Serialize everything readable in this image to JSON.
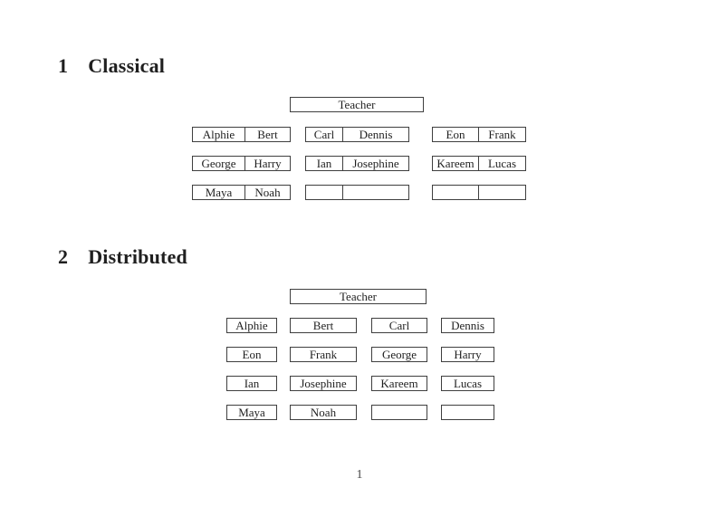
{
  "page": {
    "number": "1",
    "background_color": "#ffffff",
    "border_color": "#3f3f3f",
    "text_color": "#1f1f1f"
  },
  "sections": [
    {
      "number": "1",
      "title": "Classical"
    },
    {
      "number": "2",
      "title": "Distributed"
    }
  ],
  "classical": {
    "teacher_label": "Teacher",
    "groups": [
      {
        "rows": [
          [
            "Alphie",
            "Bert"
          ],
          [
            "George",
            "Harry"
          ],
          [
            "Maya",
            "Noah"
          ]
        ]
      },
      {
        "rows": [
          [
            "Carl",
            "Dennis"
          ],
          [
            "Ian",
            "Josephine"
          ],
          [
            "",
            ""
          ]
        ]
      },
      {
        "rows": [
          [
            "Eon",
            "Frank"
          ],
          [
            "Kareem",
            "Lucas"
          ],
          [
            "",
            ""
          ]
        ]
      }
    ]
  },
  "distributed": {
    "teacher_label": "Teacher",
    "rows": [
      [
        "Alphie",
        "Bert",
        "Carl",
        "Dennis"
      ],
      [
        "Eon",
        "Frank",
        "George",
        "Harry"
      ],
      [
        "Ian",
        "Josephine",
        "Kareem",
        "Lucas"
      ],
      [
        "Maya",
        "Noah",
        "",
        ""
      ]
    ]
  }
}
